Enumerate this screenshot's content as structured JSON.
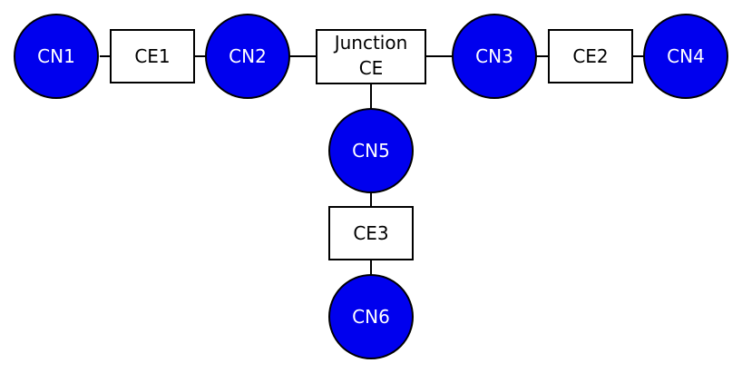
{
  "colors": {
    "node_fill": "#0000ee",
    "node_stroke": "#000000",
    "box_fill": "#ffffff",
    "box_stroke": "#000000",
    "edge": "#000000"
  },
  "nodes": {
    "cn1": "CN1",
    "cn2": "CN2",
    "cn3": "CN3",
    "cn4": "CN4",
    "cn5": "CN5",
    "cn6": "CN6"
  },
  "elements": {
    "ce1": "CE1",
    "ce2": "CE2",
    "ce3": "CE3",
    "junction_line1": "Junction",
    "junction_line2": "CE"
  }
}
